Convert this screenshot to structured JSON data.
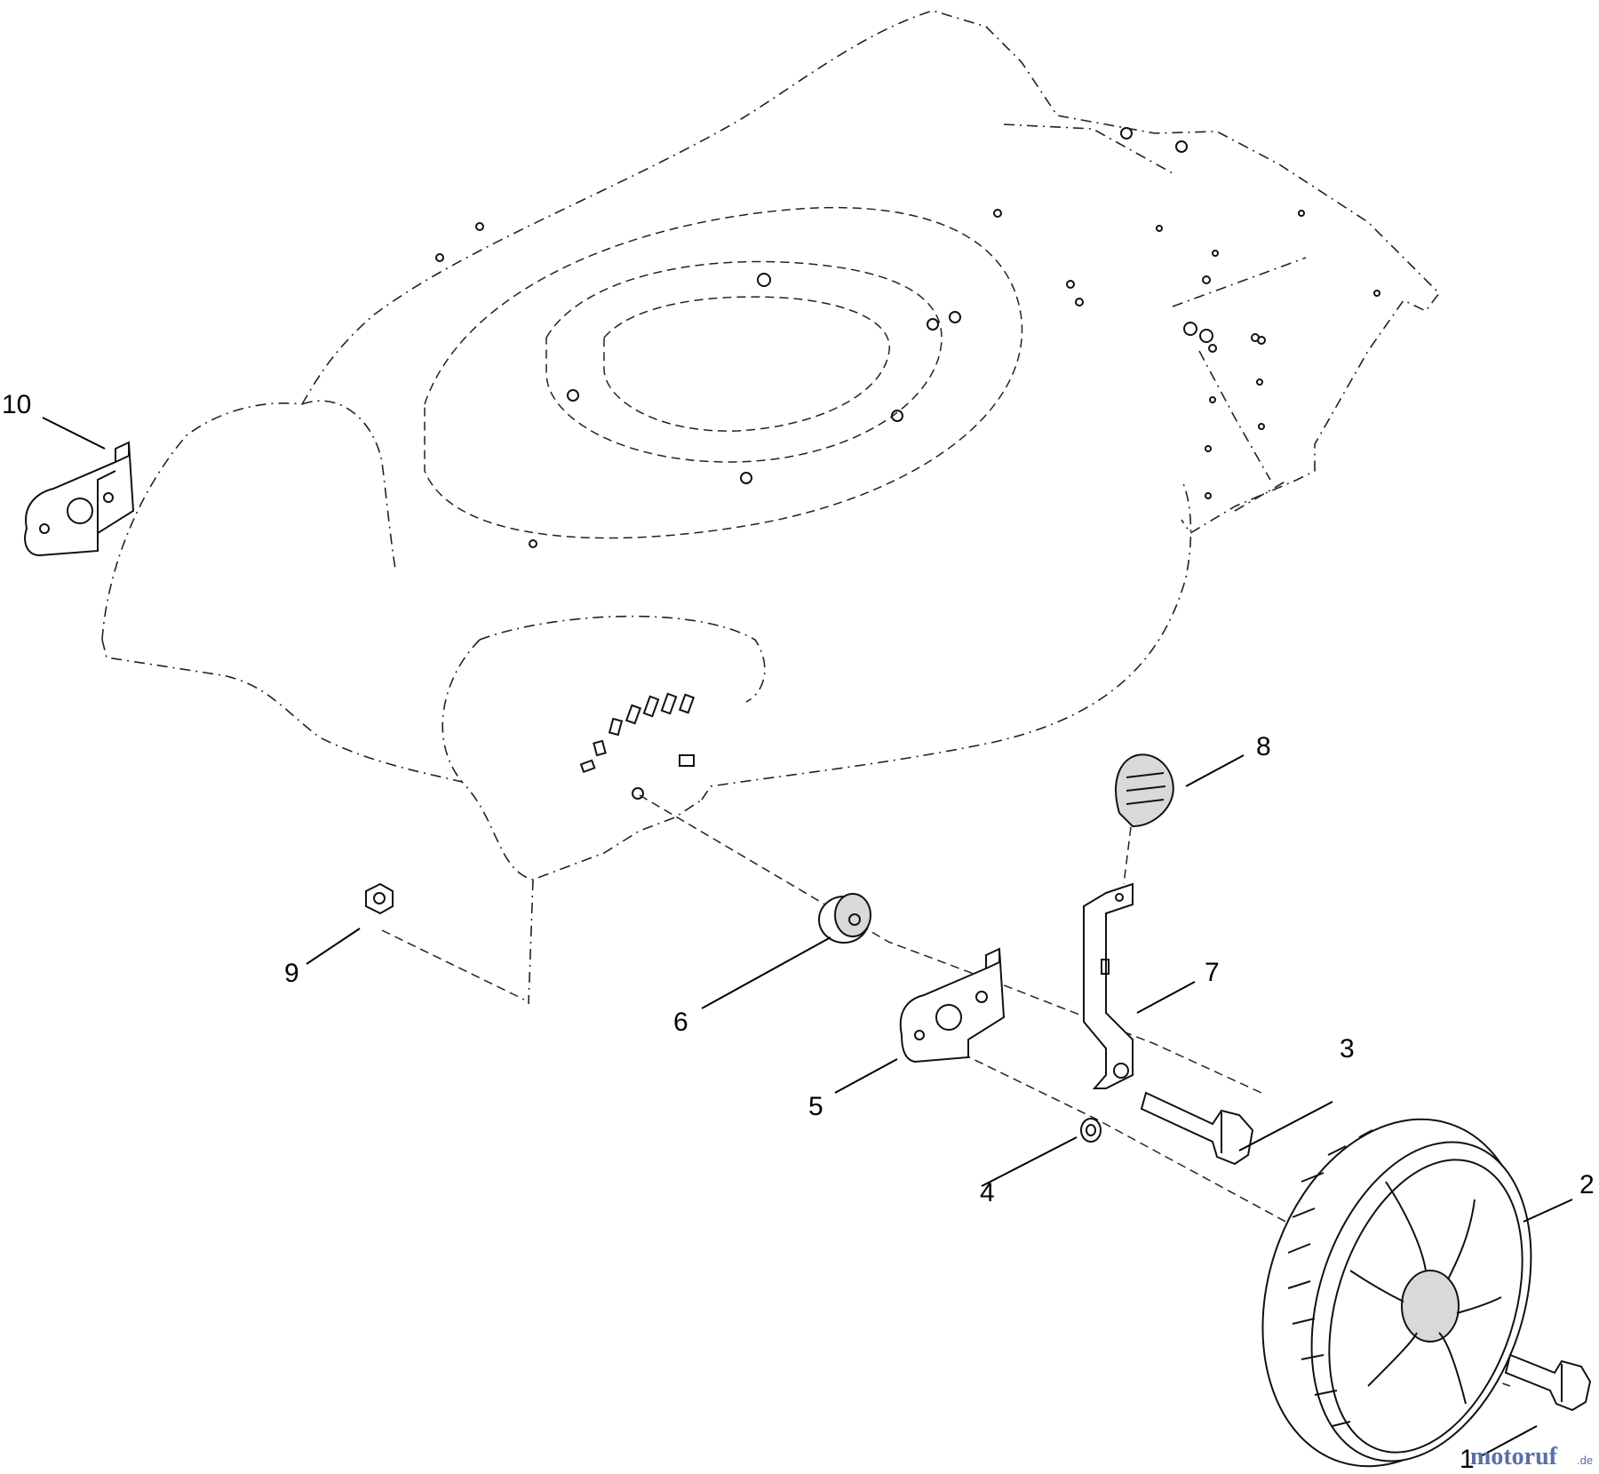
{
  "callouts": {
    "c1": "1",
    "c2": "2",
    "c3": "3",
    "c4": "4",
    "c5": "5",
    "c6": "6",
    "c7": "7",
    "c8": "8",
    "c9": "9",
    "c10": "10"
  },
  "watermark": {
    "brand": "motoruf",
    "suffix": ".de"
  }
}
